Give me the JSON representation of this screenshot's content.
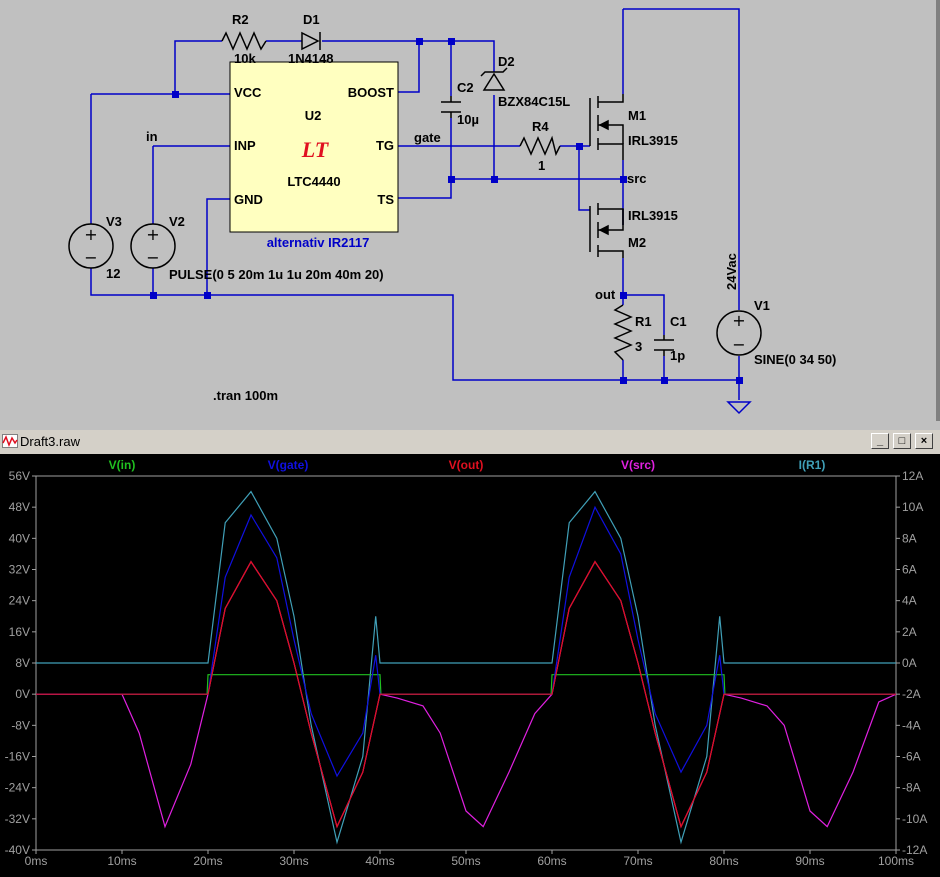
{
  "schematic": {
    "components": {
      "R2": {
        "ref": "R2",
        "value": "10k"
      },
      "D1": {
        "ref": "D1",
        "value": "1N4148"
      },
      "D2": {
        "ref": "D2",
        "value": "BZX84C15L"
      },
      "C2": {
        "ref": "C2",
        "value": "10µ"
      },
      "R4": {
        "ref": "R4",
        "value": "1"
      },
      "M1": {
        "ref": "M1",
        "value": "IRL3915"
      },
      "M2": {
        "ref": "M2",
        "value": "IRL3915"
      },
      "R1": {
        "ref": "R1",
        "value": "3"
      },
      "C1": {
        "ref": "C1",
        "value": "1p"
      },
      "V1": {
        "ref": "V1",
        "value": "SINE(0 34 50)"
      },
      "V2": {
        "ref": "V2",
        "value": "PULSE(0 5 20m 1u 1u 20m 40m 20)"
      },
      "V3": {
        "ref": "V3",
        "value": "12"
      },
      "U2": {
        "ref": "U2",
        "part": "LTC4440",
        "logo": "LT",
        "note": "alternativ IR2117"
      }
    },
    "pins": {
      "vcc": "VCC",
      "boost": "BOOST",
      "inp": "INP",
      "tg": "TG",
      "gnd": "GND",
      "ts": "TS"
    },
    "nets": {
      "in": "in",
      "gate": "gate",
      "src": "src",
      "out": "out",
      "supply": "24Vac"
    },
    "directive": ".tran 100m"
  },
  "window": {
    "title": "Draft3.raw",
    "buttons": {
      "minimize": "_",
      "maximize": "□",
      "close": "×"
    }
  },
  "colors": {
    "V(in)": "#20c020",
    "V(gate)": "#1010e0",
    "V(out)": "#e01020",
    "V(src)": "#e020e0",
    "I(R1)": "#40a0b8",
    "wire": "#0000c8",
    "schematic_bg": "#c0c0c0",
    "plot_bg": "#000000"
  },
  "chart_data": {
    "type": "line",
    "x_unit": "ms",
    "x_ticks": [
      "0ms",
      "10ms",
      "20ms",
      "30ms",
      "40ms",
      "50ms",
      "60ms",
      "70ms",
      "80ms",
      "90ms",
      "100ms"
    ],
    "y_left_ticks": [
      "56V",
      "48V",
      "40V",
      "32V",
      "24V",
      "16V",
      "8V",
      "0V",
      "-8V",
      "-16V",
      "-24V",
      "-32V",
      "-40V"
    ],
    "y_right_ticks": [
      "12A",
      "10A",
      "8A",
      "6A",
      "4A",
      "2A",
      "0A",
      "-2A",
      "-4A",
      "-6A",
      "-8A",
      "-10A",
      "-12A"
    ],
    "xlim": [
      0,
      100
    ],
    "ylim_left": [
      -40,
      56
    ],
    "ylim_right": [
      -12,
      12
    ],
    "grid": false,
    "series": [
      {
        "name": "V(in)",
        "axis": "left",
        "x": [
          0,
          19.9,
          20,
          40,
          40.1,
          59.9,
          60,
          80,
          80.1,
          100
        ],
        "y": [
          0,
          0,
          5,
          5,
          0,
          0,
          5,
          5,
          0,
          0
        ]
      },
      {
        "name": "V(gate)",
        "axis": "left",
        "x": [
          0,
          10,
          20,
          22,
          25,
          28,
          30,
          32,
          35,
          38,
          39.5,
          40,
          40.5,
          45,
          50,
          55,
          60,
          62,
          65,
          68,
          70,
          72,
          75,
          78,
          79.5,
          80,
          80.5,
          85,
          90,
          95,
          100
        ],
        "y": [
          0,
          0,
          0,
          30,
          46,
          35,
          14,
          -5,
          -21,
          -10,
          10,
          0,
          0,
          0,
          0,
          0,
          0,
          30,
          48,
          36,
          14,
          -5,
          -20,
          -8,
          10,
          0,
          0,
          0,
          0,
          0,
          0
        ]
      },
      {
        "name": "V(out)",
        "axis": "left",
        "x": [
          0,
          12,
          20,
          22,
          25,
          28,
          30,
          32,
          35,
          38,
          40,
          42,
          45,
          50,
          55,
          60,
          62,
          65,
          68,
          70,
          72,
          75,
          78,
          80,
          82,
          85,
          90,
          95,
          100
        ],
        "y": [
          0,
          0,
          0,
          22,
          34,
          24,
          8,
          -10,
          -34,
          -20,
          0,
          0,
          0,
          0,
          0,
          0,
          22,
          34,
          24,
          8,
          -10,
          -34,
          -20,
          0,
          0,
          0,
          0,
          0,
          0
        ]
      },
      {
        "name": "V(src)",
        "axis": "left",
        "x": [
          0,
          10,
          12,
          15,
          18,
          20,
          22,
          25,
          28,
          30,
          32,
          35,
          38,
          40,
          42,
          45,
          47,
          50,
          52,
          55,
          58,
          60,
          62,
          65,
          68,
          70,
          72,
          75,
          78,
          80,
          82,
          85,
          87,
          90,
          92,
          95,
          98,
          100
        ],
        "y": [
          0,
          0,
          -10,
          -34,
          -18,
          0,
          22,
          34,
          24,
          8,
          -10,
          -34,
          -20,
          0,
          -1,
          -3,
          -10,
          -30,
          -34,
          -20,
          -5,
          0,
          22,
          34,
          24,
          8,
          -10,
          -34,
          -20,
          0,
          -1,
          -3,
          -8,
          -30,
          -34,
          -20,
          -2,
          0
        ]
      },
      {
        "name": "I(R1)",
        "axis": "right",
        "x": [
          0,
          19.9,
          20,
          22,
          25,
          28,
          30,
          32,
          35,
          38,
          39.5,
          40,
          60,
          62,
          65,
          68,
          70,
          72,
          75,
          78,
          79.5,
          80,
          100
        ],
        "y": [
          0,
          0,
          0,
          9,
          11,
          8,
          3,
          -4,
          -11.5,
          -6,
          3,
          0,
          0,
          9,
          11,
          8,
          3,
          -4,
          -11.5,
          -6,
          3,
          0,
          0
        ]
      }
    ]
  }
}
